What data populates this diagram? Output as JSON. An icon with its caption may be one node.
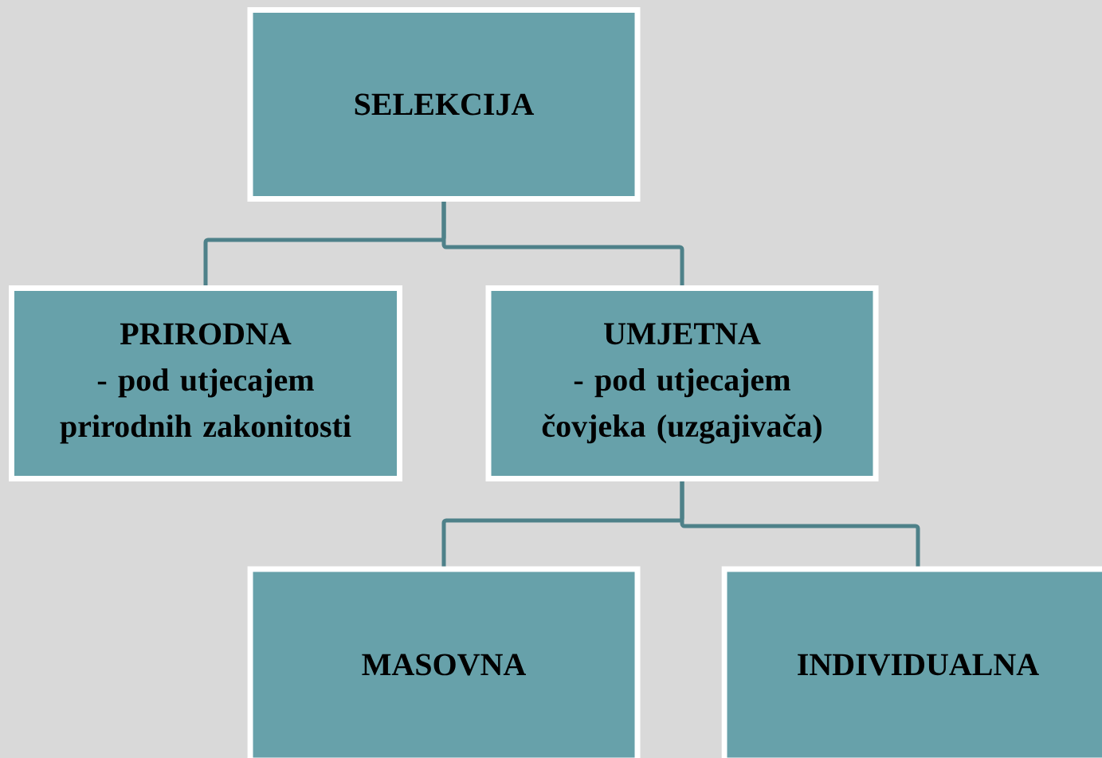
{
  "diagram": {
    "nodes": [
      {
        "text": [
          "SELEKCIJA"
        ]
      },
      {
        "text": [
          "PRIRODNA",
          "- pod utjecajem prirodnih zakonitosti"
        ]
      },
      {
        "text": [
          "UMJETNA",
          "- pod utjecajem čovjeka (uzgajivača)"
        ]
      },
      {
        "text": [
          "MASOVNA"
        ]
      },
      {
        "text": [
          "INDIVIDUALNA"
        ]
      }
    ],
    "edges": [
      {
        "from": 0,
        "to": 1,
        "arrow": "none"
      },
      {
        "from": 0,
        "to": 2,
        "arrow": "none"
      },
      {
        "from": 2,
        "to": 3,
        "arrow": "none"
      },
      {
        "from": 2,
        "to": 4,
        "arrow": "none"
      }
    ]
  }
}
